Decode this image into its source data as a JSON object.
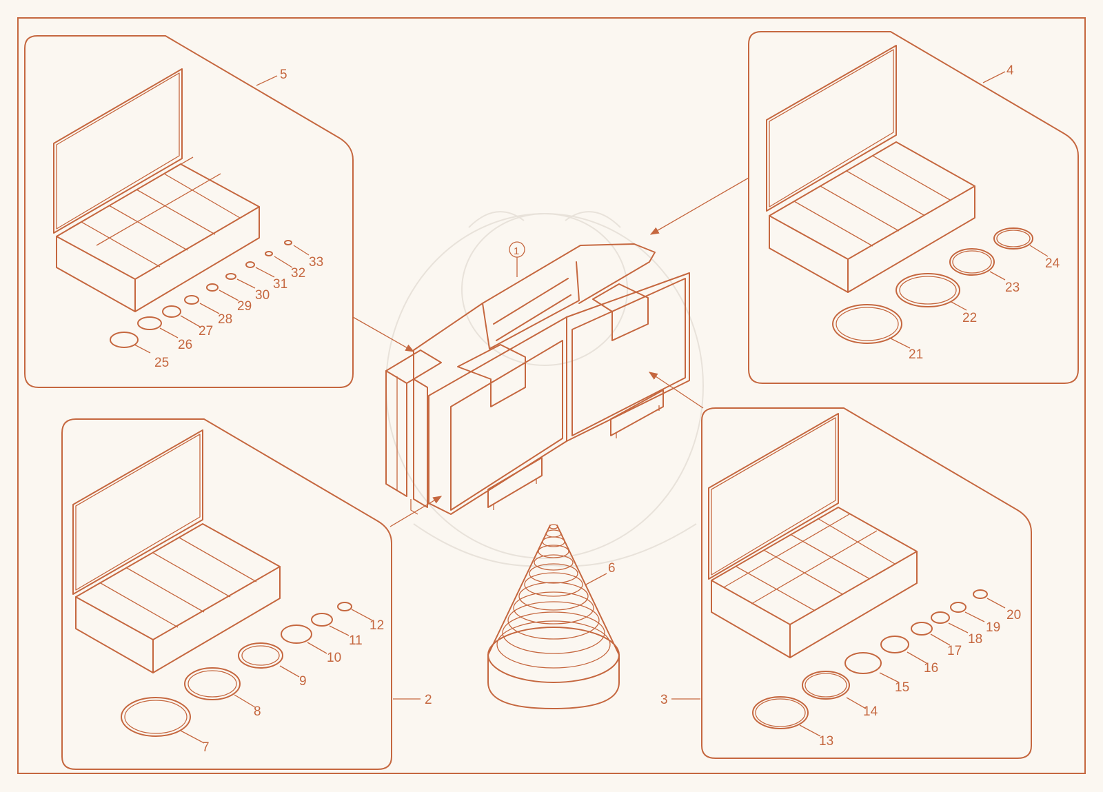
{
  "palette": {
    "line": "#c5673f",
    "paper": "#fbf7f1",
    "ghost": "#e8e2da"
  },
  "center_label": "1",
  "cone_label": "6",
  "panels": [
    {
      "id": "5",
      "label": "5",
      "layout": "eight",
      "rings": [
        "25",
        "26",
        "27",
        "28",
        "29",
        "30",
        "31",
        "32",
        "33"
      ]
    },
    {
      "id": "4",
      "label": "4",
      "layout": "five",
      "rings": [
        "21",
        "22",
        "23",
        "24"
      ]
    },
    {
      "id": "2",
      "label": "2",
      "layout": "five",
      "rings": [
        "7",
        "8",
        "9",
        "10",
        "11",
        "12"
      ]
    },
    {
      "id": "3",
      "label": "3",
      "layout": "eight",
      "rings": [
        "13",
        "14",
        "15",
        "16",
        "17",
        "18",
        "19",
        "20"
      ]
    }
  ]
}
